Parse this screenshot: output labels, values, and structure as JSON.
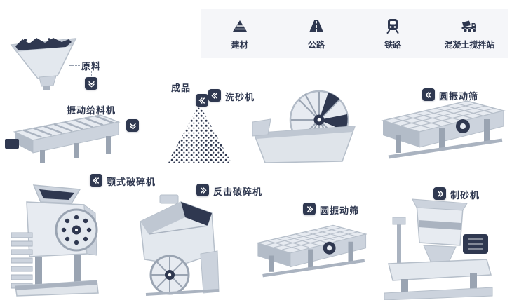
{
  "legend": {
    "items": [
      {
        "label": "建材",
        "icon": "building-materials-icon"
      },
      {
        "label": "公路",
        "icon": "highway-icon"
      },
      {
        "label": "铁路",
        "icon": "railway-icon"
      },
      {
        "label": "混凝土搅拌站",
        "icon": "concrete-mixer-truck-icon"
      }
    ]
  },
  "nodes": {
    "raw_material": {
      "label": "原料"
    },
    "vibrating_feeder": {
      "label": "振动给料机"
    },
    "finished_product": {
      "label": "成品"
    },
    "sand_washer": {
      "label": "洗砂机"
    },
    "screen_top": {
      "label": "圆振动筛"
    },
    "jaw_crusher": {
      "label": "颚式破碎机"
    },
    "impact_crusher": {
      "label": "反击破碎机"
    },
    "screen_bottom": {
      "label": "圆振动筛"
    },
    "sand_maker": {
      "label": "制砂机"
    }
  },
  "colors": {
    "ink": "#2f3850",
    "body_light": "#e7ebf1",
    "body_mid": "#ccd3dd",
    "body_deep": "#aab3c0",
    "panel_bg": "#f5f6f9",
    "background": "#ffffff"
  }
}
